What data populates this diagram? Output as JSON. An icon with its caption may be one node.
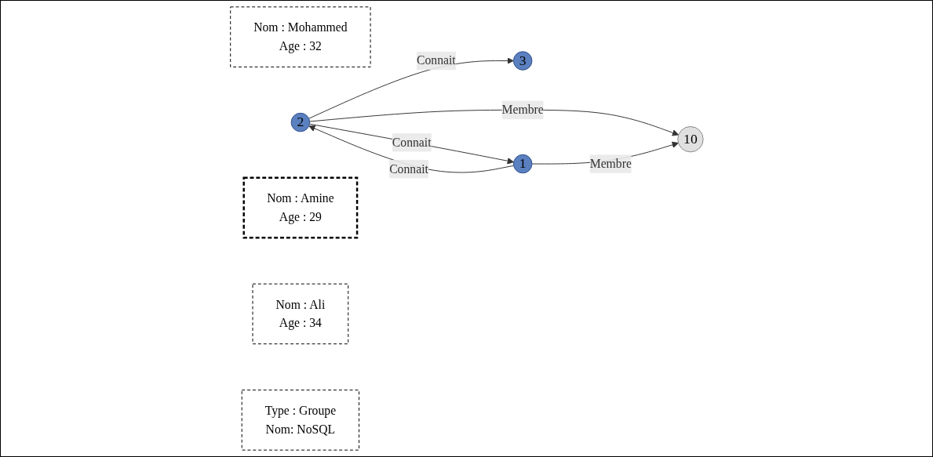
{
  "diagram": {
    "nodes": [
      {
        "text": [
          "Nom : Mohammed",
          "Age : 32"
        ]
      },
      {
        "text": [
          "2"
        ]
      },
      {
        "text": [
          "3"
        ]
      },
      {
        "text": [
          "Nom : Amine",
          "Age : 29"
        ]
      },
      {
        "text": [
          "Nom : Ali",
          "Age : 34"
        ]
      },
      {
        "text": [
          "1"
        ]
      },
      {
        "text": [
          "10"
        ]
      },
      {
        "text": [
          "Type : Groupe",
          "Nom: NoSQL"
        ]
      }
    ],
    "edges": [
      {
        "from": 1,
        "to": 2,
        "arrow": "to",
        "label": "Connait"
      },
      {
        "from": 5,
        "to": 1,
        "arrow": "to",
        "label": "Connait"
      },
      {
        "from": 1,
        "to": 5,
        "arrow": "to",
        "label": "Connait"
      },
      {
        "from": 1,
        "to": 6,
        "arrow": "to",
        "label": "Membre"
      },
      {
        "from": 5,
        "to": 6,
        "arrow": "to",
        "label": "Membre"
      }
    ]
  }
}
